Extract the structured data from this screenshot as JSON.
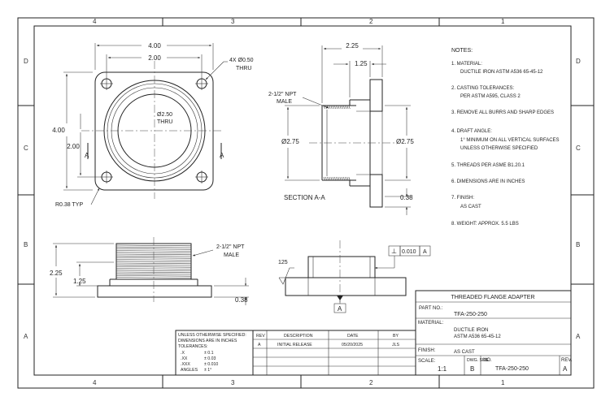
{
  "border": {
    "columns": [
      "4",
      "3",
      "2",
      "1"
    ],
    "rows": [
      "D",
      "C",
      "B",
      "A"
    ]
  },
  "top_view": {
    "dim_overall_width": "4.00",
    "dim_bolt_spacing": "2.00",
    "dim_overall_height": "4.00",
    "dim_bolt_half": "2.00",
    "hole_callout": [
      "4X Ø0.50",
      "THRU"
    ],
    "bore_callout": [
      "Ø2.50",
      "THRU"
    ],
    "corner_radius": "R0.38 TYP",
    "section_marker": "A"
  },
  "section_view": {
    "dim_total_length": "2.25",
    "dim_thread_length": "1.25",
    "thread_callout": [
      "2-1/2\" NPT",
      "MALE"
    ],
    "dim_left_dia": "Ø2.75",
    "dim_right_dia": "Ø2.75",
    "dim_flange_thk": "0.38",
    "label": "SECTION  A-A"
  },
  "front_view": {
    "thread_callout": [
      "2-1/2\" NPT",
      "MALE"
    ],
    "dim_total_height": "2.25",
    "dim_flange_to_top": "1.25",
    "dim_flange_thk": "0.38"
  },
  "side_view": {
    "roughness": "125",
    "datum": "A",
    "gdt_symbol": "⊥",
    "gdt_tolerance": "0.010",
    "gdt_datum": "A"
  },
  "notes": {
    "heading": "NOTES:",
    "items": [
      [
        "1.  MATERIAL:",
        "DUCTILE IRON ASTM A536 65-45-12"
      ],
      [
        "2.  CASTING TOLERANCES:",
        "PER ASTM A595, CLASS 2"
      ],
      [
        "3.  REMOVE ALL BURRS AND SHARP EDGES"
      ],
      [
        "4.  DRAFT ANGLE:",
        "1° MINIMUM ON ALL VERTICAL SURFACES",
        "UNLESS OTHERWISE SPECIFIED"
      ],
      [
        "5.  THREADS PER ASME B1.20.1"
      ],
      [
        "6.  DIMENSIONS ARE IN INCHES"
      ],
      [
        "7.  FINISH:",
        "AS CAST"
      ],
      [
        "8.  WEIGHT:  APPROX. 5.5 LBS"
      ]
    ]
  },
  "tolerance_block": {
    "lines": [
      "UNLESS OTHERWISE SPECIFIED:",
      "DIMENSIONS ARE IN INCHES",
      "TOLERANCES:"
    ],
    "rows": [
      [
        ".X",
        "± 0.1"
      ],
      [
        ".XX",
        "± 0.03"
      ],
      [
        ".XXX",
        "± 0.010"
      ],
      [
        "ANGLES",
        "± 1°"
      ]
    ]
  },
  "revision_table": {
    "headers": [
      "REV",
      "DESCRIPTION",
      "DATE",
      "BY"
    ],
    "rows": [
      [
        "A",
        "INITIAL RELEASE",
        "05/20/2025",
        "JLS"
      ]
    ]
  },
  "title_block": {
    "title": "THREADED FLANGE ADAPTER",
    "part_no_label": "PART NO.:",
    "part_no": "TFA-250-250",
    "material_label": "MATERIAL:",
    "material": [
      "DUCTILE IRON",
      "ASTM A536 65-45-12"
    ],
    "finish_label": "FINISH:",
    "finish": "AS CAST",
    "scale_label": "SCALE:",
    "scale": "1:1",
    "dwg_size_label": "DWG. SIZE",
    "dwg_size": "B",
    "no_label": "NO.",
    "dwg_no": "TFA-250-250",
    "rev_label": "REV.",
    "rev": "A"
  }
}
